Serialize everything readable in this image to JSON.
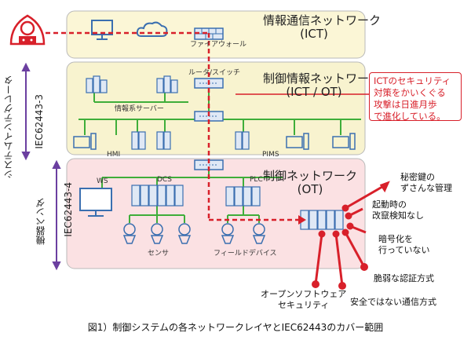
{
  "layers": {
    "ict_title": "情報通信ネットワーク",
    "ict_sub": "(ICT)",
    "ictot_title": "制御情報ネットワーク",
    "ictot_sub": "(ICT / OT)",
    "ot_title": "制御ネットワーク",
    "ot_sub": "(OT)"
  },
  "devices": {
    "firewall": "ファイアウォール",
    "router": "ルータ/スイッチ",
    "info_server": "情報系サーバー",
    "hmi": "HMI",
    "pims": "PIMS",
    "ws": "WS",
    "dcs": "DCS",
    "plc": "PLC",
    "sensor": "センサ",
    "field_device": "フィールドデバイス"
  },
  "side_labels": {
    "integrator": "システムインテグレータ",
    "iec3": "IEC62443-3",
    "vendor": "機器ベンダ",
    "iec4": "IEC62443-4"
  },
  "callout": {
    "line1": "ICTのセキュリティ",
    "line2": "対策をかいくぐる",
    "line3": "攻撃は日進月歩",
    "line4": "で進化している。"
  },
  "threats": {
    "t1a": "秘密鍵の",
    "t1b": "ずさんな管理",
    "t2a": "起動時の",
    "t2b": "改竄検知なし",
    "t3a": "暗号化を",
    "t3b": "行っていない",
    "t4": "脆弱な認証方式",
    "t5": "安全ではない通信方式",
    "t6a": "オープンソフトウェア",
    "t6b": "セキュリティ"
  },
  "caption": "図1）制御システムの各ネットワークレイヤとIEC62443のカバー範囲",
  "colors": {
    "ict_fill": "#fbf6d6",
    "ictot_fill": "#f8f3cf",
    "ot_fill": "#fbe1e3",
    "accent_red": "#d8202a",
    "link_green": "#3fae3a",
    "bracket_purple": "#6b3fa0",
    "device_blue": "#3a6fb0"
  }
}
